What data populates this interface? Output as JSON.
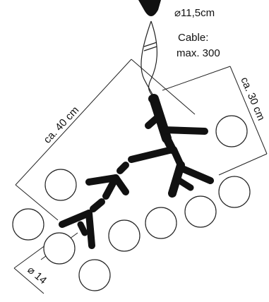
{
  "labels": {
    "canopy_diameter": "⌀11,5cm",
    "cable_line1": "Cable:",
    "cable_line2": "max. 300",
    "length": "ca. 40 cm",
    "width": "ca. 30 cm",
    "globe_diameter": "⌀ 14"
  },
  "colors": {
    "fixture": "#111111",
    "line": "#222222",
    "background": "#ffffff"
  }
}
